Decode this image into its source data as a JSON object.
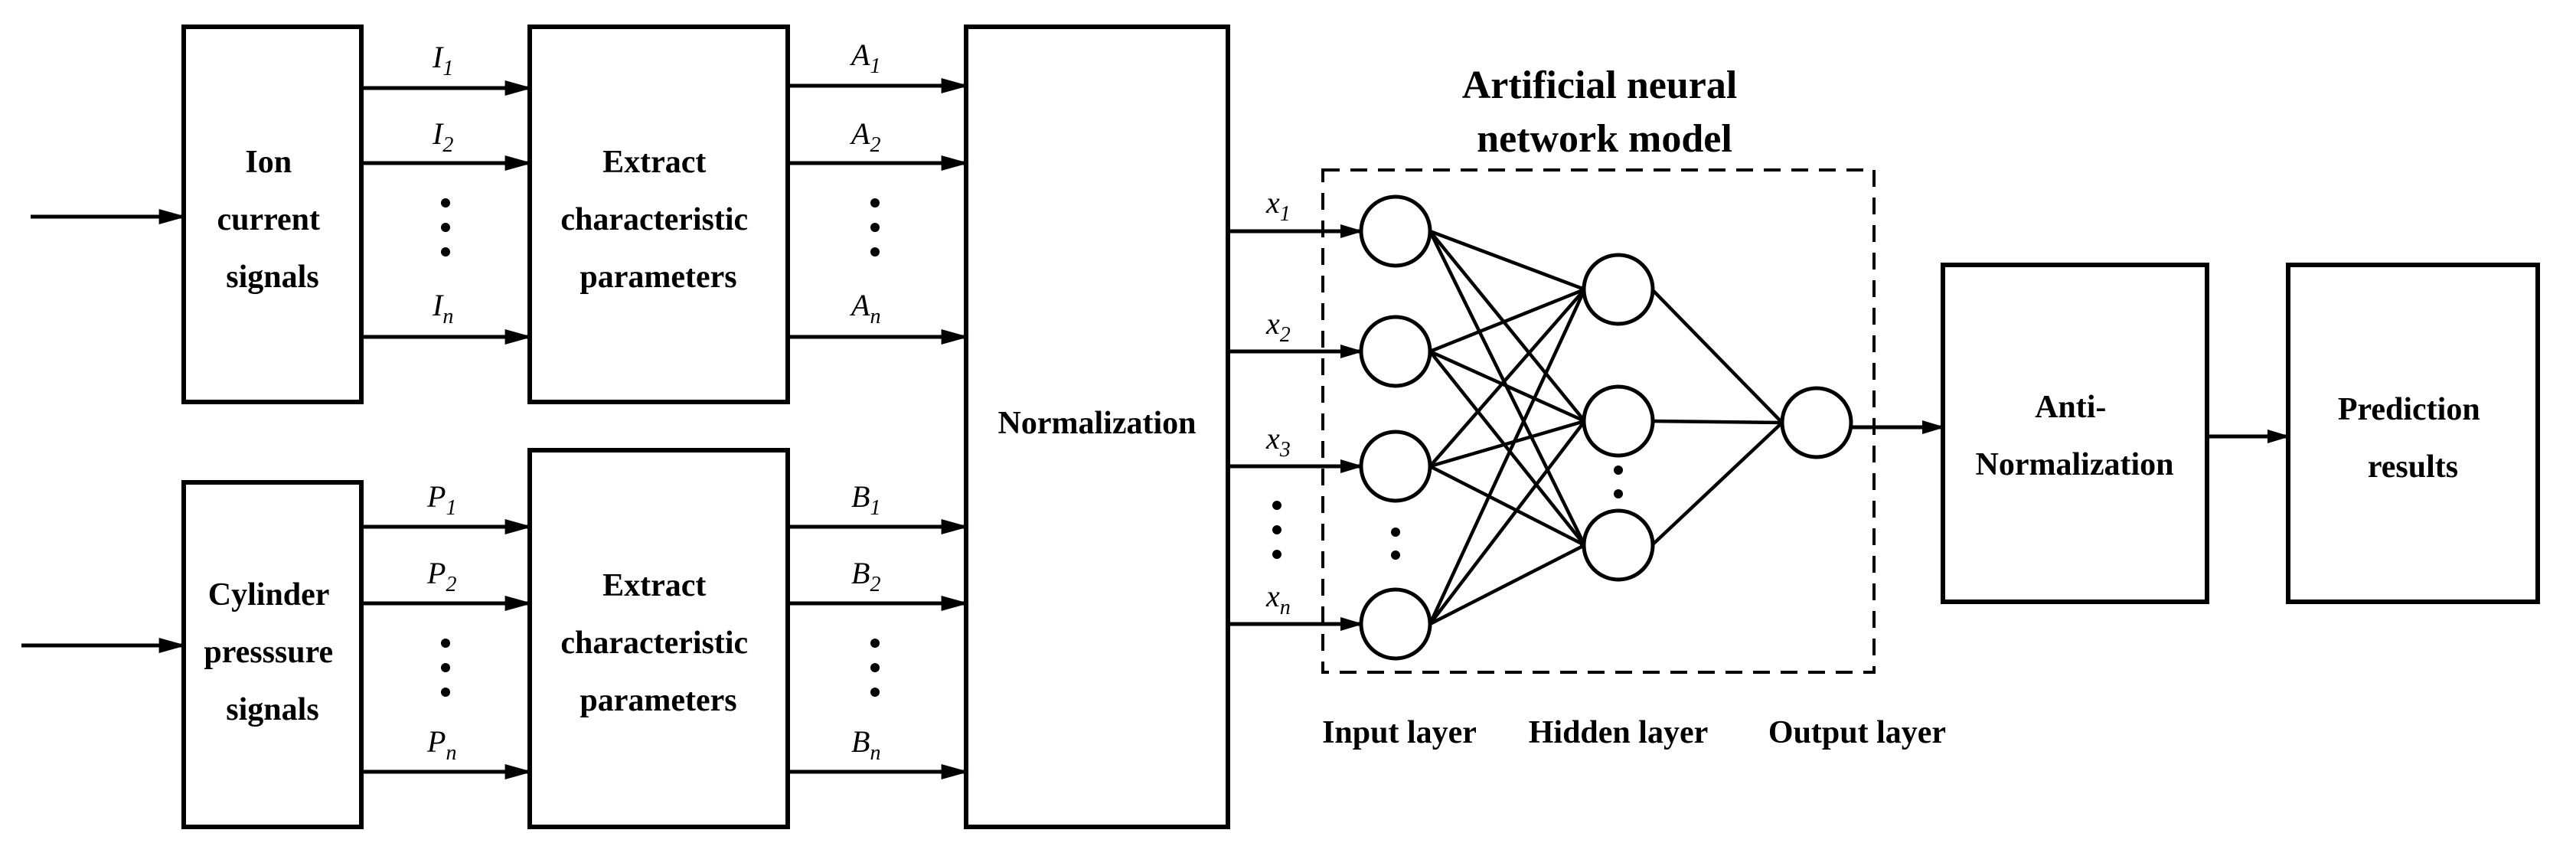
{
  "blocks": {
    "ion_signals": [
      "Ion",
      "current",
      "signals"
    ],
    "cylinder_signals": [
      "Cylinder",
      "presssure",
      "signals"
    ],
    "extract_top": [
      "Extract",
      "characteristic",
      "parameters"
    ],
    "extract_bottom": [
      "Extract",
      "characteristic",
      "parameters"
    ],
    "normalization": "Normalization",
    "anti_normalization": [
      "Anti-",
      "Normalization"
    ],
    "prediction": [
      "Prediction",
      "results"
    ]
  },
  "ann": {
    "title": [
      "Artificial neural",
      "network model"
    ],
    "layer_labels": {
      "input": "Input layer",
      "hidden": "Hidden layer",
      "output": "Output layer"
    }
  },
  "signals": {
    "ion": [
      {
        "base": "I",
        "sub": "1"
      },
      {
        "base": "I",
        "sub": "2"
      },
      {
        "base": "I",
        "sub": "n"
      }
    ],
    "pressure": [
      {
        "base": "P",
        "sub": "1"
      },
      {
        "base": "P",
        "sub": "2"
      },
      {
        "base": "P",
        "sub": "n"
      }
    ],
    "a_params": [
      {
        "base": "A",
        "sub": "1"
      },
      {
        "base": "A",
        "sub": "2"
      },
      {
        "base": "A",
        "sub": "n"
      }
    ],
    "b_params": [
      {
        "base": "B",
        "sub": "1"
      },
      {
        "base": "B",
        "sub": "2"
      },
      {
        "base": "B",
        "sub": "n"
      }
    ],
    "x_inputs": [
      {
        "base": "x",
        "sub": "1"
      },
      {
        "base": "x",
        "sub": "2"
      },
      {
        "base": "x",
        "sub": "3"
      },
      {
        "base": "x",
        "sub": "n"
      }
    ]
  }
}
